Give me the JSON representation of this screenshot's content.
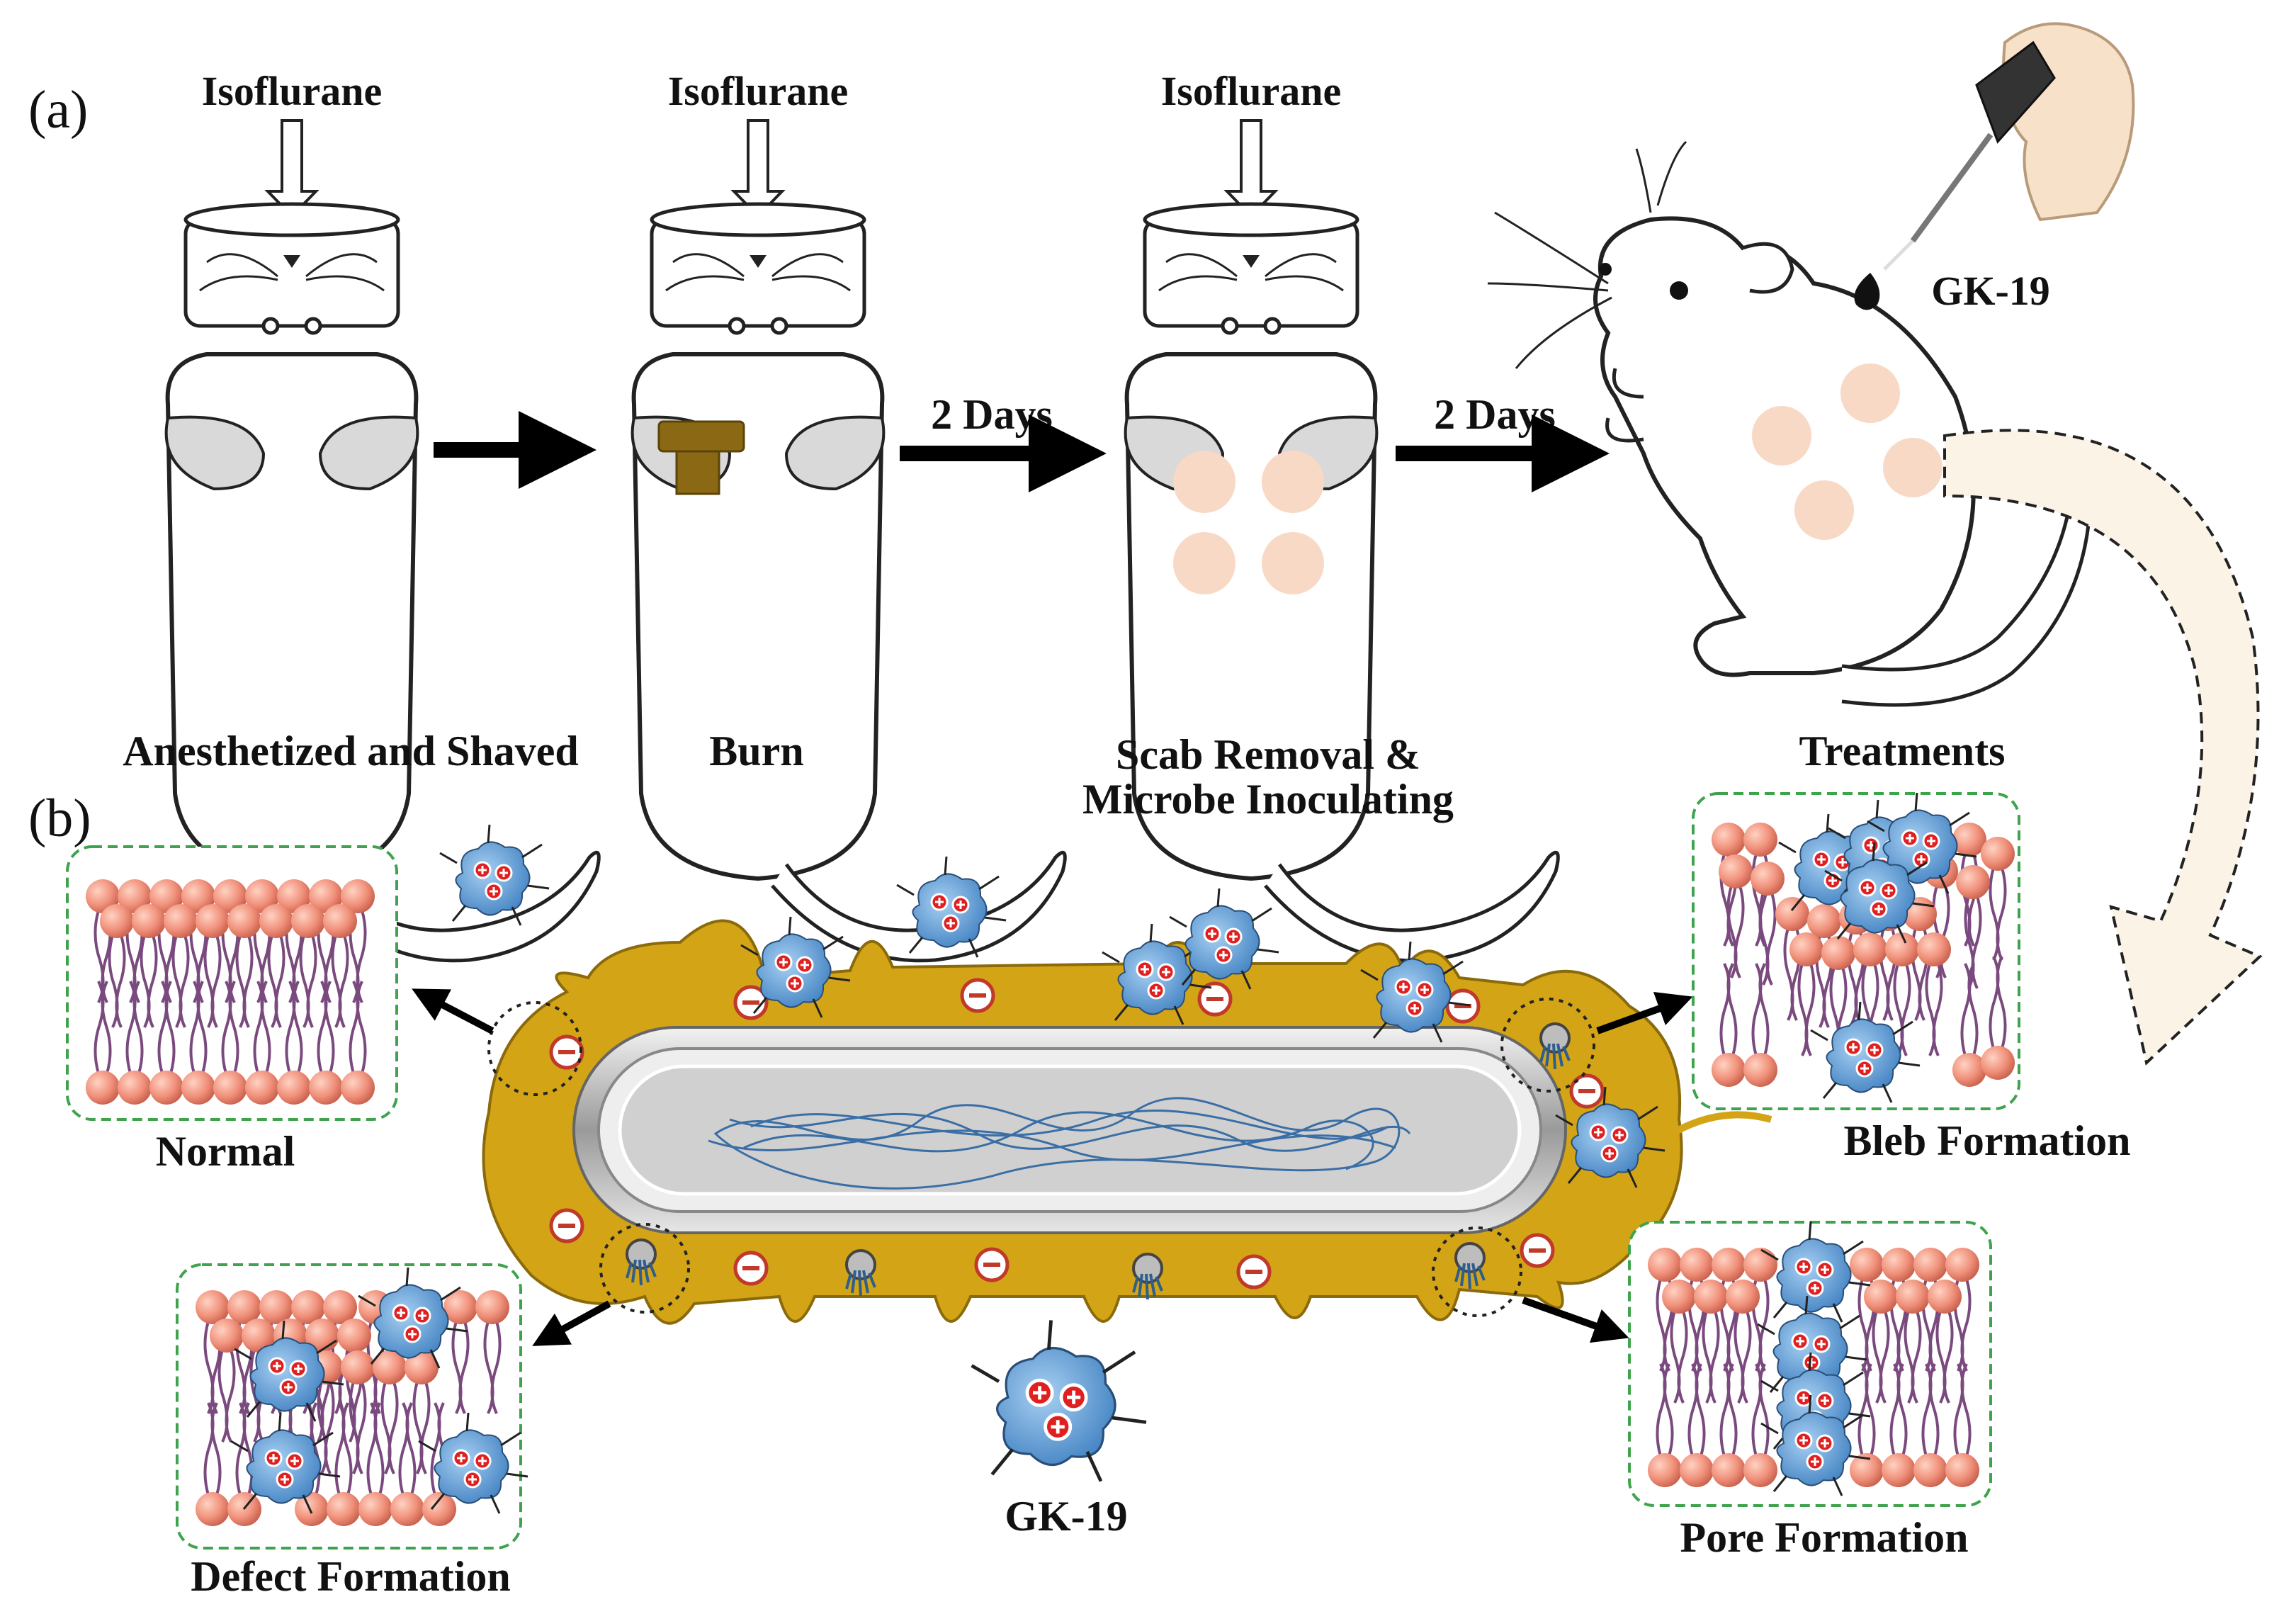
{
  "panel_a": {
    "label": "(a)",
    "steps": [
      {
        "gas": "Isoflurane",
        "caption": "Anesthetized and Shaved"
      },
      {
        "gas": "Isoflurane",
        "caption": "Burn"
      },
      {
        "gas": "Isoflurane",
        "caption_line1": "Scab Removal &",
        "caption_line2": "Microbe Inoculating"
      },
      {
        "caption": "Treatments",
        "drug": "GK-19"
      }
    ],
    "arrow2_label": "2 Days",
    "arrow3_label": "2 Days"
  },
  "panel_b": {
    "label": "(b)",
    "membranes": {
      "normal": "Normal",
      "bleb": "Bleb Formation",
      "defect": "Defect Formation",
      "pore": "Pore Formation"
    },
    "peptide": "GK-19"
  },
  "colors": {
    "membrane_head": "#F0907A",
    "lipid_tail": "#7A4A7E",
    "bacterium": "#D4A417",
    "peptide": "#5B9BD5",
    "wound": "#F8D9C6",
    "dashed_border": "#3FA34D",
    "burn_tool": "#8B6914"
  }
}
